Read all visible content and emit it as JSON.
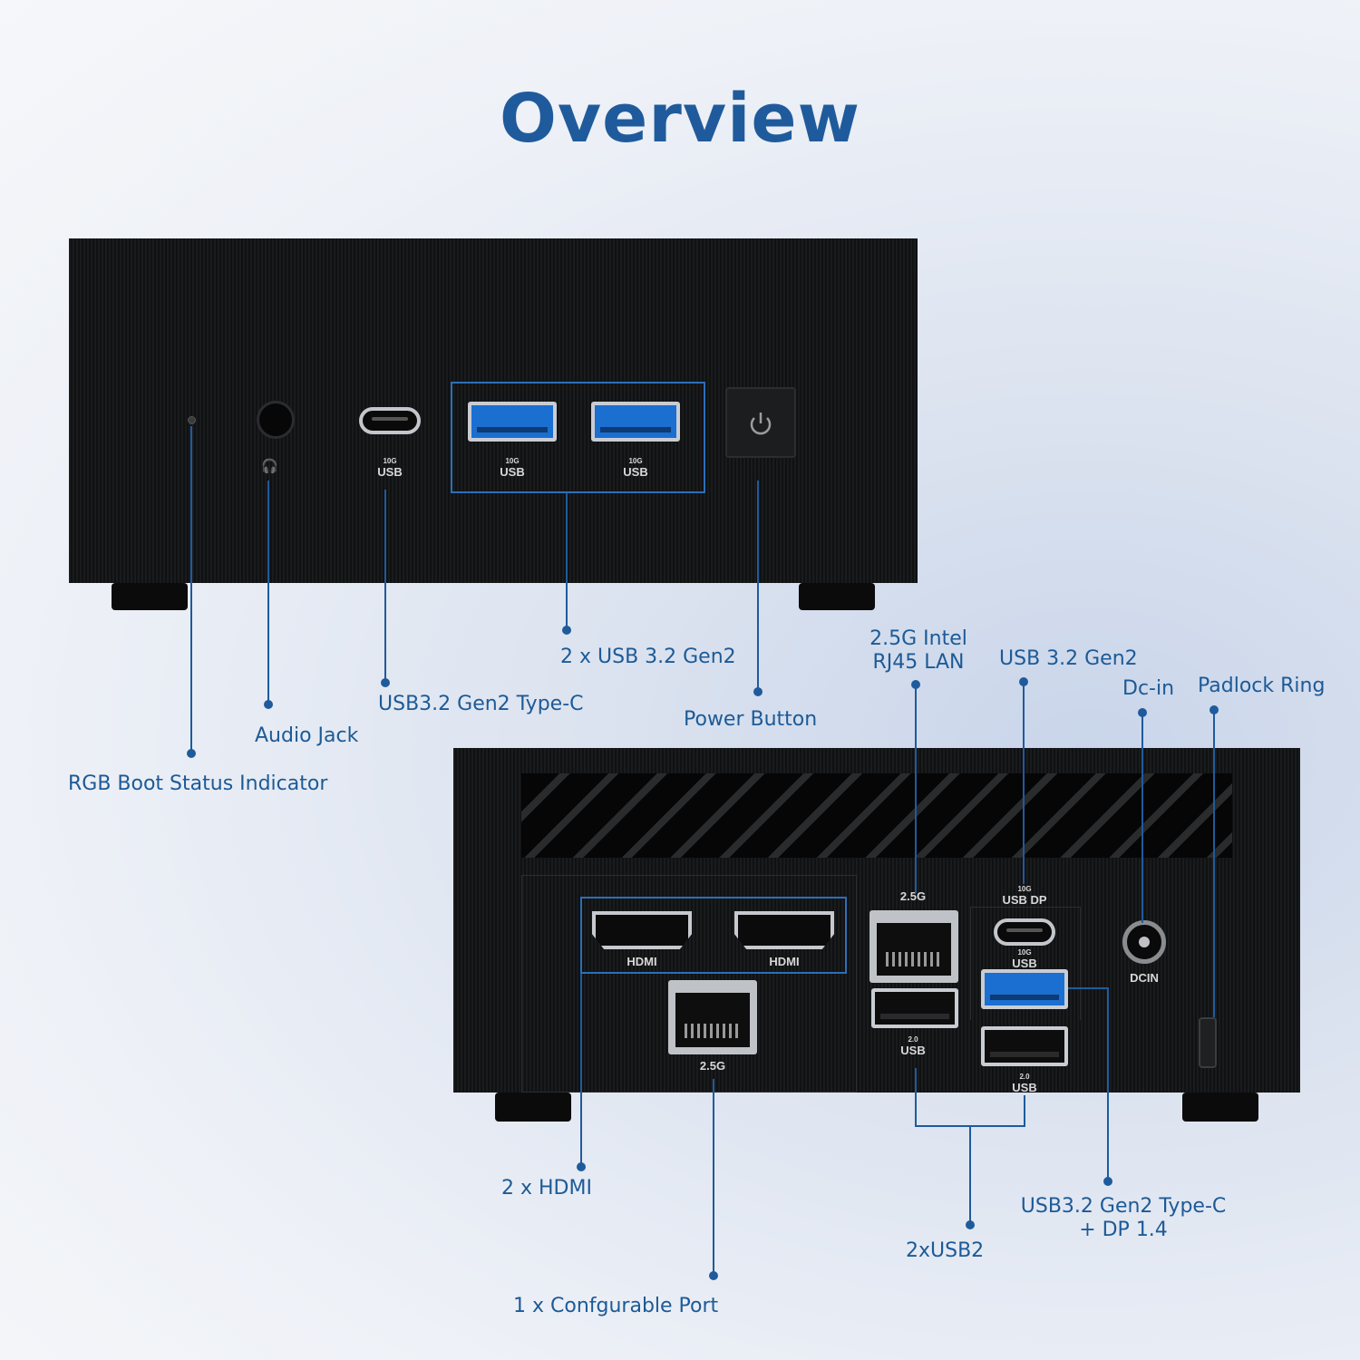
{
  "title": "Overview",
  "front_labels": {
    "rgb": "RGB Boot Status Indicator",
    "audio": "Audio Jack",
    "typec": "USB3.2 Gen2 Type-C",
    "usb_pair": "2 x USB 3.2 Gen2",
    "power": "Power Button"
  },
  "rear_labels": {
    "lan_line1": "2.5G Intel",
    "lan_line2": "RJ45 LAN",
    "usb32": "USB 3.2 Gen2",
    "dcin": "Dc-in",
    "padlock": "Padlock Ring",
    "hdmi": "2 x HDMI",
    "config_port": "1 x Confgurable Port",
    "usb2": "2xUSB2",
    "typec_dp_line1": "USB3.2 Gen2 Type-C",
    "typec_dp_line2": "+ DP 1.4"
  },
  "port_markings": {
    "10g": "10G",
    "usb": "USB",
    "usb_dp": "USB DP",
    "g25": "2.5G",
    "hdmi": "HDMI",
    "usb20": "2.0",
    "dcin": "DCIN"
  },
  "colors": {
    "accent": "#1f5b9c",
    "label": "#1d5a96",
    "line": "#1f5b9c",
    "device": "#151618"
  },
  "icons": [
    "power-icon",
    "headset-icon"
  ]
}
